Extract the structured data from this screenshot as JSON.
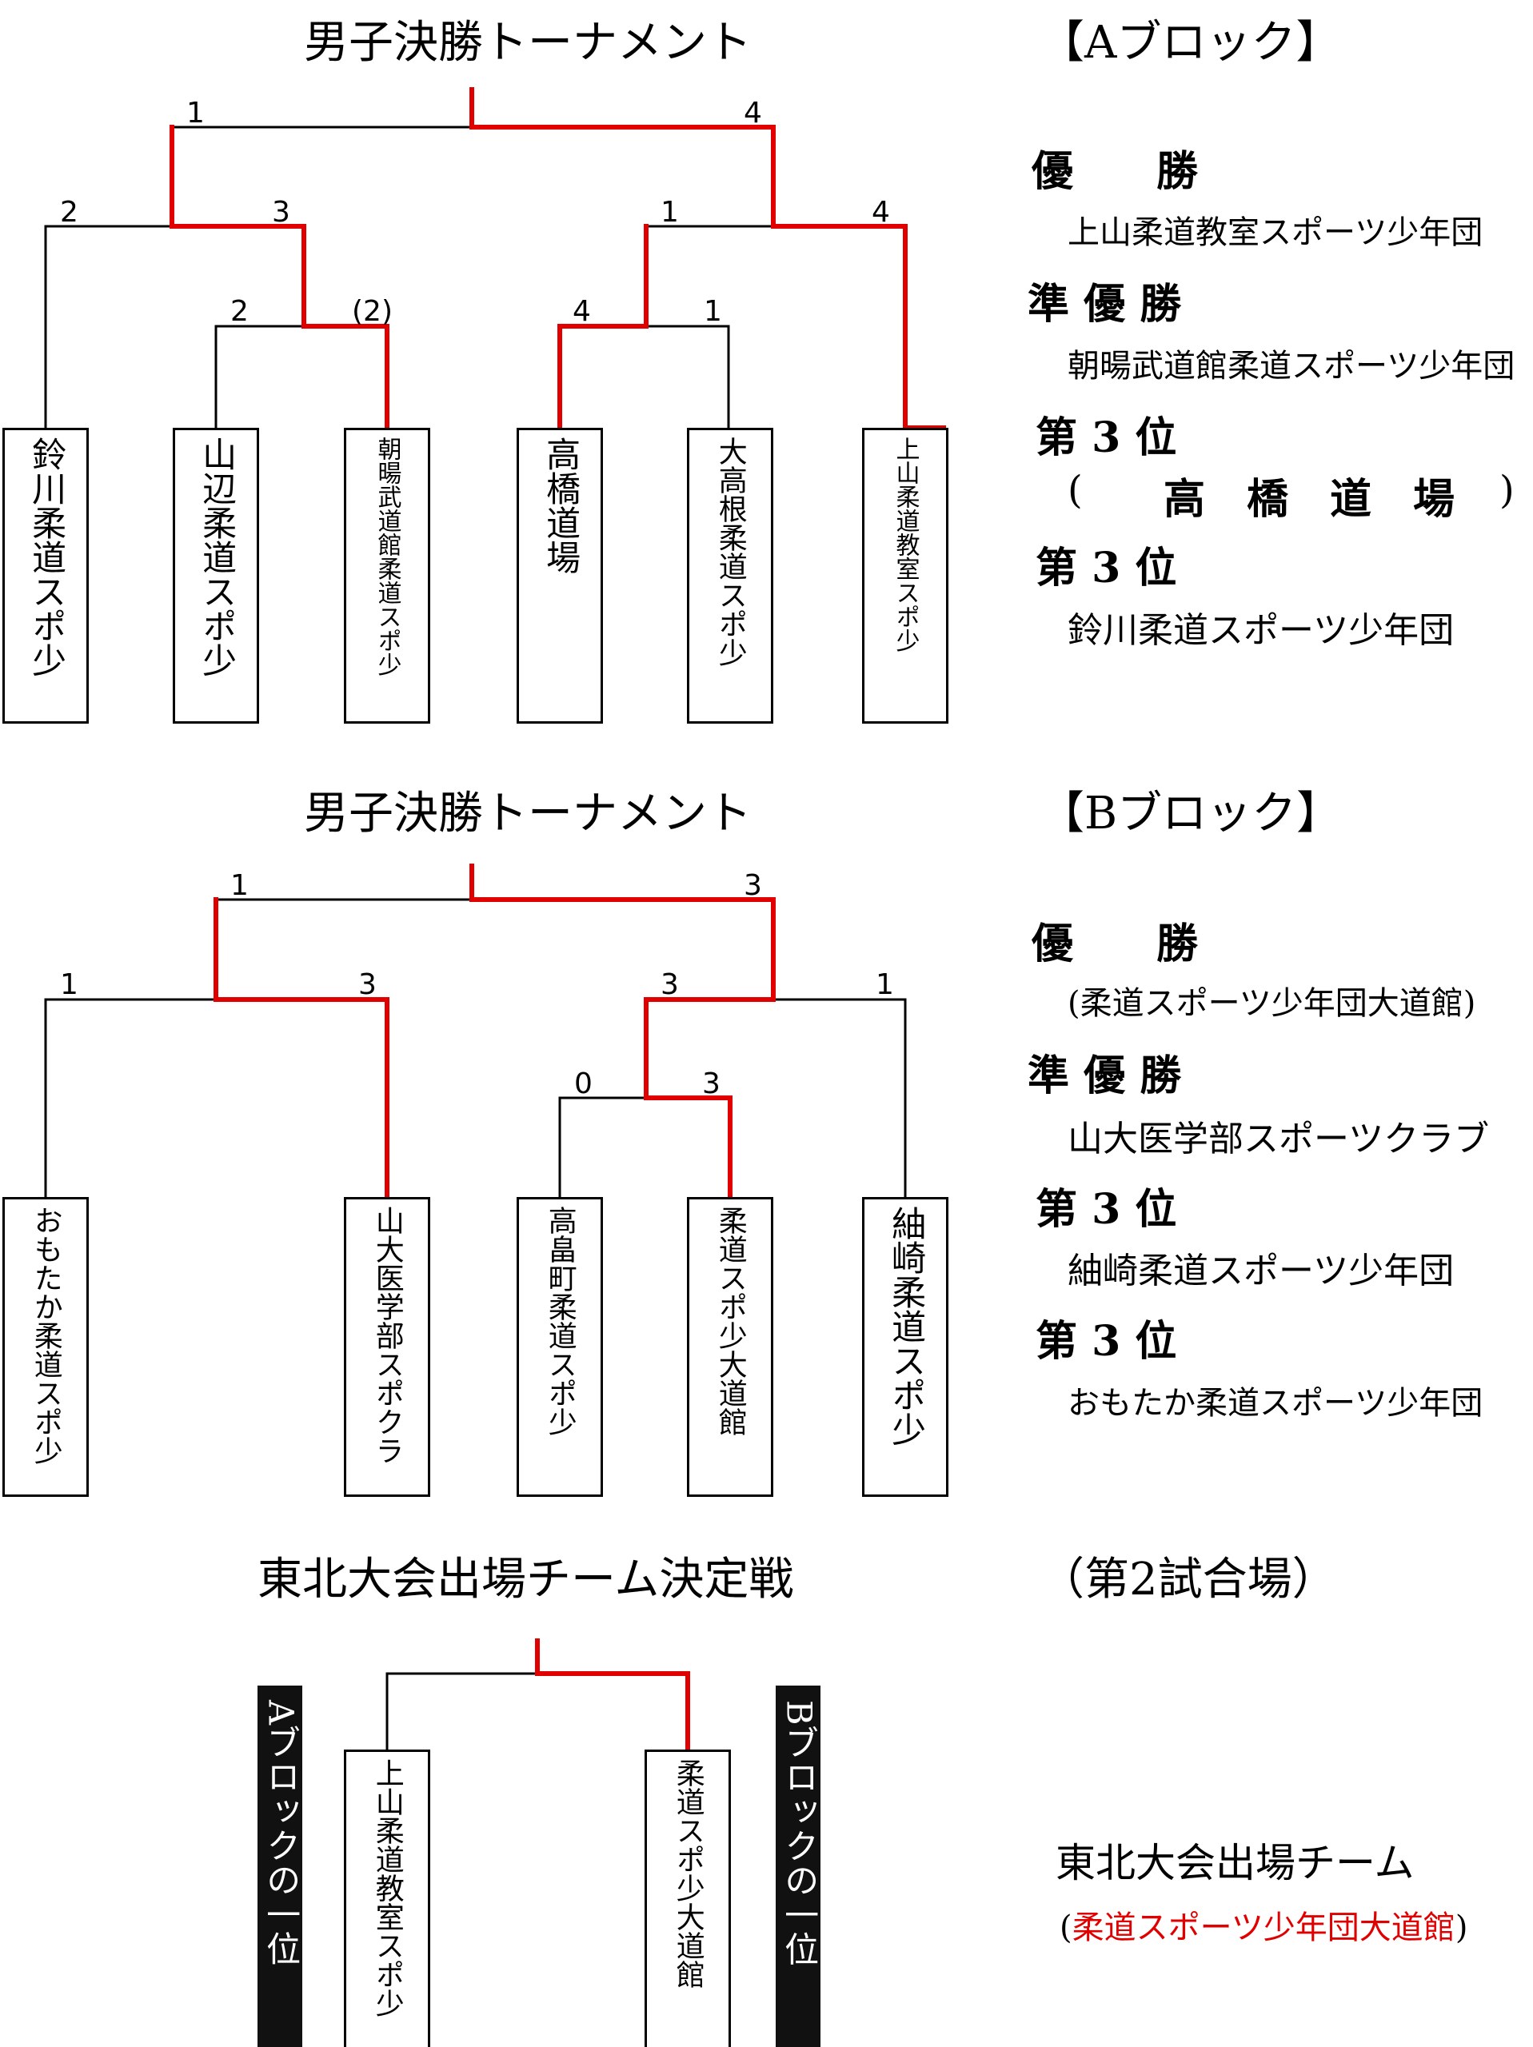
{
  "blockA": {
    "title": "男子決勝トーナメント",
    "label": "【Aブロック】",
    "teams": [
      "鈴川柔道スポ少",
      "山辺柔道スポ少",
      "朝暘武道館柔道スポ少",
      "高橋道場",
      "大高根柔道スポ少",
      "上山柔道教室スポ少"
    ],
    "scores": {
      "final_left": "1",
      "final_right": "4",
      "l1": "2",
      "l2": "3",
      "l3": "2",
      "l4": "(2)",
      "r1": "1",
      "r2": "4",
      "r3": "4",
      "r4": "1"
    },
    "results": {
      "winner_label": "優　　勝",
      "winner": "上山柔道教室スポーツ少年団",
      "runnerup_label": "準 優 勝",
      "runnerup": "朝暘武道館柔道スポーツ少年団",
      "third_label_1": "第 3 位",
      "third_1_open": "(",
      "third_1": "高　橋　道　場",
      "third_1_close": ")",
      "third_label_2": "第 3 位",
      "third_2": "鈴川柔道スポーツ少年団"
    }
  },
  "blockB": {
    "title": "男子決勝トーナメント",
    "label": "【Bブロック】",
    "teams": [
      "おもたか柔道スポ少",
      "山大医学部スポクラ",
      "高畠町柔道スポ少",
      "柔道スポ少大道館",
      "紬崎柔道スポ少"
    ],
    "scores": {
      "final_left": "1",
      "final_right": "3",
      "l1": "1",
      "l2": "3",
      "r1": "3",
      "r2": "1",
      "r3": "0",
      "r4": "3"
    },
    "results": {
      "winner_label": "優　　勝",
      "winner": "(柔道スポーツ少年団大道館)",
      "runnerup_label": "準 優 勝",
      "runnerup": "山大医学部スポーツクラブ",
      "third_label_1": "第 3 位",
      "third_1": "紬崎柔道スポーツ少年団",
      "third_label_2": "第 3 位",
      "third_2": "おもたか柔道スポーツ少年団"
    }
  },
  "playoff": {
    "title": "東北大会出場チーム決定戦",
    "venue": "（第2試合場）",
    "left_tag": "Aブロックの一位",
    "right_tag": "Bブロックの一位",
    "left_team": "上山柔道教室スポ少",
    "right_team": "柔道スポ少大道館",
    "qualified_label": "東北大会出場チーム",
    "qualified_open": "(",
    "qualified_team": "柔道スポーツ少年団大道館",
    "qualified_close": ")"
  },
  "colors": {
    "winner_path": "#e00000",
    "line": "#000000",
    "tag_bg": "#111111"
  }
}
